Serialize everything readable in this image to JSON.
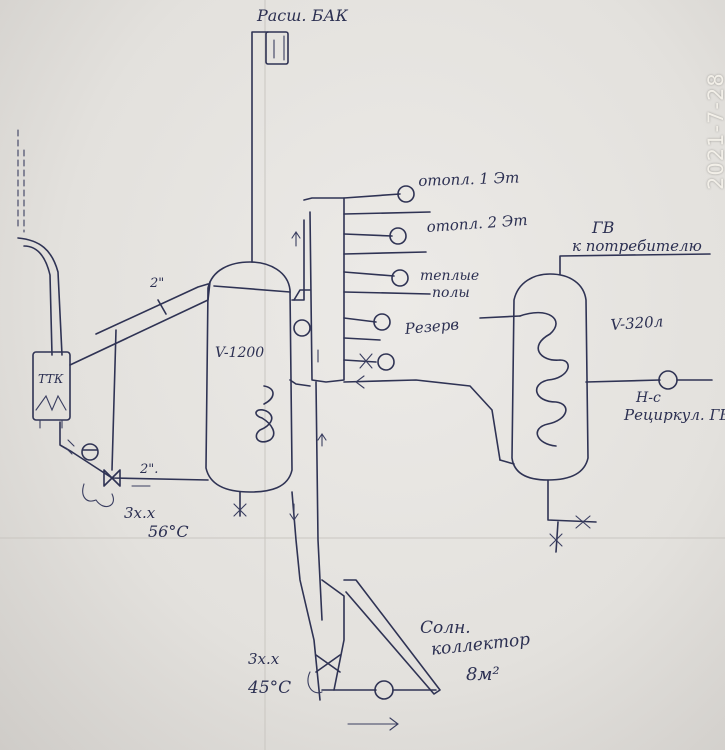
{
  "labels": {
    "expansion_tank": "Расш. БАК",
    "heating_1": "отопл. 1 Эт",
    "heating_2": "отопл. 2 Эт",
    "floor_heating_1": "теплые",
    "floor_heating_2": "полы",
    "reserve": "Резерв",
    "hot_water_1": "ГВ",
    "hot_water_2": "к потребителю",
    "tank_main": "V-1200",
    "tank_dhw": "V-320л",
    "boiler": "ТТК",
    "pipe_size_top": "2\"",
    "pipe_size_bottom": "2\".",
    "valve_boiler_1": "3х.х",
    "valve_boiler_2": "56°С",
    "pump_label_1": "Н-с",
    "pump_label_2": "Рециркул. ГВ",
    "solar_1": "Солн.",
    "solar_2": "коллектор",
    "solar_3": "8м²",
    "valve_solar_1": "3х.х",
    "valve_solar_2": "45°С"
  },
  "stamp": "2021-7-28",
  "colors": {
    "ink": "#2f3354",
    "paper": "#e6e4e0"
  }
}
